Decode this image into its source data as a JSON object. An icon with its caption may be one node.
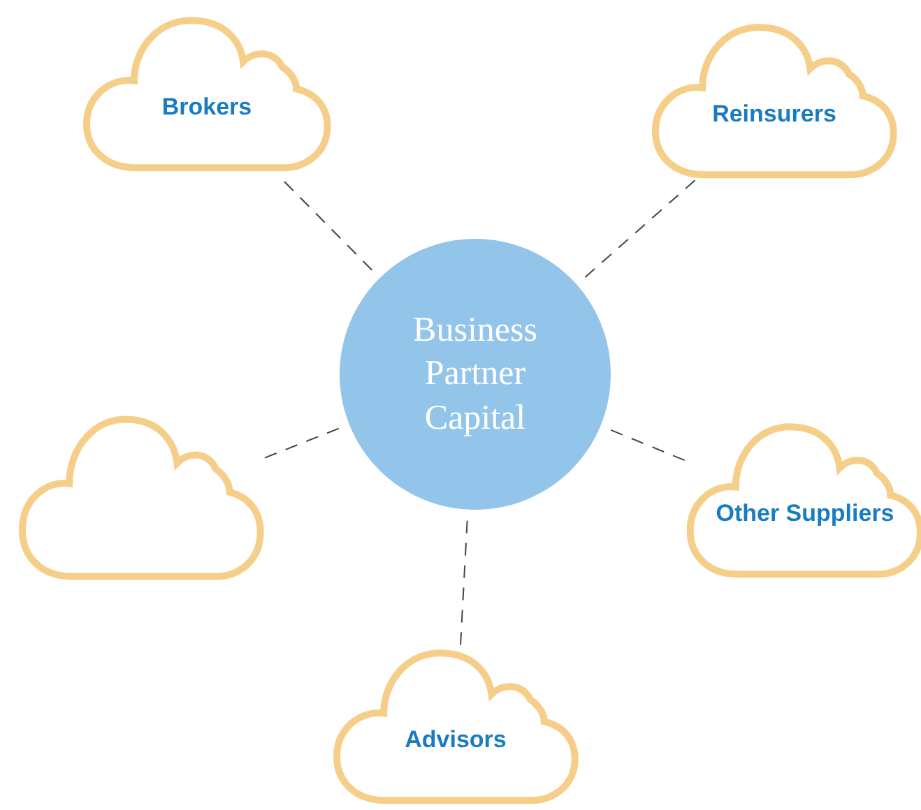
{
  "diagram": {
    "nodes": [
      {
        "text": [
          "Business Partner Capital"
        ]
      },
      {
        "text": [
          "Brokers"
        ]
      },
      {
        "text": [
          "Reinsurers"
        ]
      },
      {
        "text": [],
        "shape": "cloud"
      },
      {
        "text": [
          "Other Suppliers"
        ]
      },
      {
        "text": [
          "Advisors"
        ]
      }
    ],
    "edges": [
      {
        "from": 0,
        "to": 1,
        "arrow": "none",
        "style": "dashed"
      },
      {
        "from": 0,
        "to": 2,
        "arrow": "none",
        "style": "dashed"
      },
      {
        "from": 0,
        "to": 3,
        "arrow": "none",
        "style": "dashed"
      },
      {
        "from": 0,
        "to": 4,
        "arrow": "none",
        "style": "dashed"
      },
      {
        "from": 0,
        "to": 5,
        "arrow": "none",
        "style": "dashed"
      }
    ]
  }
}
